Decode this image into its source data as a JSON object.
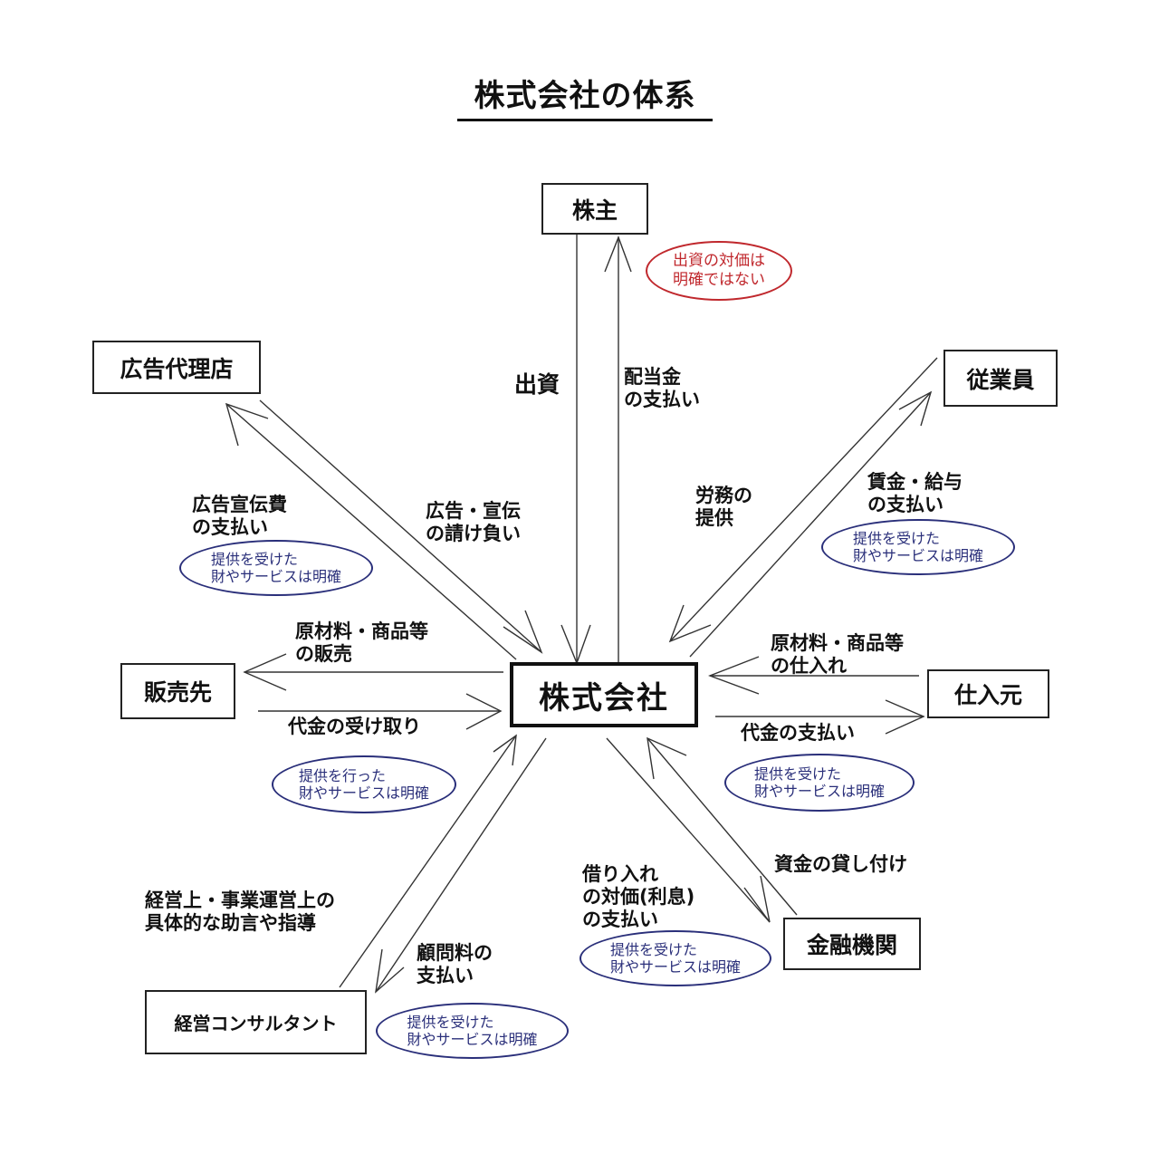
{
  "title": "株式会社の体系",
  "nodes": {
    "center": "株式会社",
    "shareholder": "株主",
    "ad_agency": "広告代理店",
    "employee": "従業員",
    "customer": "販売先",
    "supplier": "仕入元",
    "consultant": "経営コンサルタント",
    "bank": "金融機関"
  },
  "labels": {
    "investment": "出資",
    "dividend": "配当金\nの支払い",
    "ad_payment": "広告宣伝費\nの支払い",
    "ad_contract": "広告・宣伝\nの請け負い",
    "labor_supply": "労務の\n提供",
    "wage_payment": "賃金・給与\nの支払い",
    "sales": "原材料・商品等\nの販売",
    "sales_receipt": "代金の受け取り",
    "purchase": "原材料・商品等\nの仕入れ",
    "purchase_payment": "代金の支払い",
    "advice": "経営上・事業運営上の\n具体的な助言や指導",
    "consult_fee": "顧問料の\n支払い",
    "interest": "借り入れ\nの対価(利息)\nの支払い",
    "loan": "資金の貸し付け"
  },
  "notes": {
    "shareholder": "出資の対価は\n明確ではない",
    "ad_agency": "提供を受けた\n財やサービスは明確",
    "employee": "提供を受けた\n財やサービスは明確",
    "customer": "提供を行った\n財やサービスは明確",
    "supplier": "提供を受けた\n財やサービスは明確",
    "bank": "提供を受けた\n財やサービスは明確",
    "consultant": "提供を受けた\n財やサービスは明確"
  },
  "colors": {
    "note_blue": "#2a2f7a",
    "note_red": "#c0282d"
  }
}
